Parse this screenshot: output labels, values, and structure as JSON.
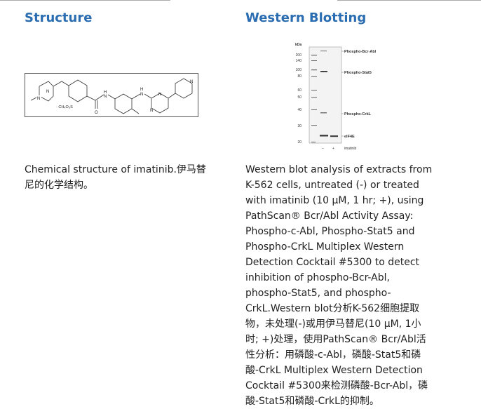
{
  "left": {
    "title": "Structure",
    "structure_label": "· CH₄O₃S",
    "structure_atoms": {
      "n1": "N",
      "n2": "N",
      "nh1": "H",
      "n_amide": "N",
      "o": "O",
      "nh2": "H",
      "n_link": "N",
      "n_pyr1": "N",
      "n_pyr2": "N",
      "n_pyridine": "N"
    },
    "caption_lines": [
      "Chemical structure of imatinib.伊马替",
      "尼的化学结构。"
    ]
  },
  "right": {
    "title": "Western Blotting",
    "blot": {
      "unit_label": "kDa",
      "markers": [
        "200",
        "140",
        "100",
        "80",
        "60",
        "50",
        "40",
        "30",
        "20"
      ],
      "band_labels": [
        "Phospho-Bcr-Abl",
        "Phospho-Stat5",
        "Phospho-CrkL",
        "eIF4E"
      ],
      "lanes": [
        "–",
        "+"
      ],
      "treatment_label": "imatinib"
    },
    "caption_lines": [
      "Western blot analysis of extracts from",
      "K-562 cells, untreated (-) or treated",
      "with imatinib (10 μM, 1 hr; +), using",
      "PathScan® Bcr/Abl Activity Assay:",
      "Phospho-c-Abl, Phospho-Stat5 and",
      "Phospho-CrkL Multiplex Western",
      "Detection Cocktail #5300 to detect",
      "inhibition of phospho-Bcr-Abl,",
      "phospho-Stat5, and phospho-",
      "CrkL.Western blot分析K-562细胞提取",
      "物，未处理(-)或用伊马替尼(10 μM, 1小",
      "时; +)处理，使用PathScan® Bcr/Abl活",
      "性分析：用磷酸-c-Abl，磷酸-Stat5和磷",
      "酸-CrkL Multiplex Western Detection",
      "Cocktail #5300来检测磷酸-Bcr-Abl，磷",
      "酸-Stat5和磷酸-CrkL的抑制。"
    ]
  }
}
